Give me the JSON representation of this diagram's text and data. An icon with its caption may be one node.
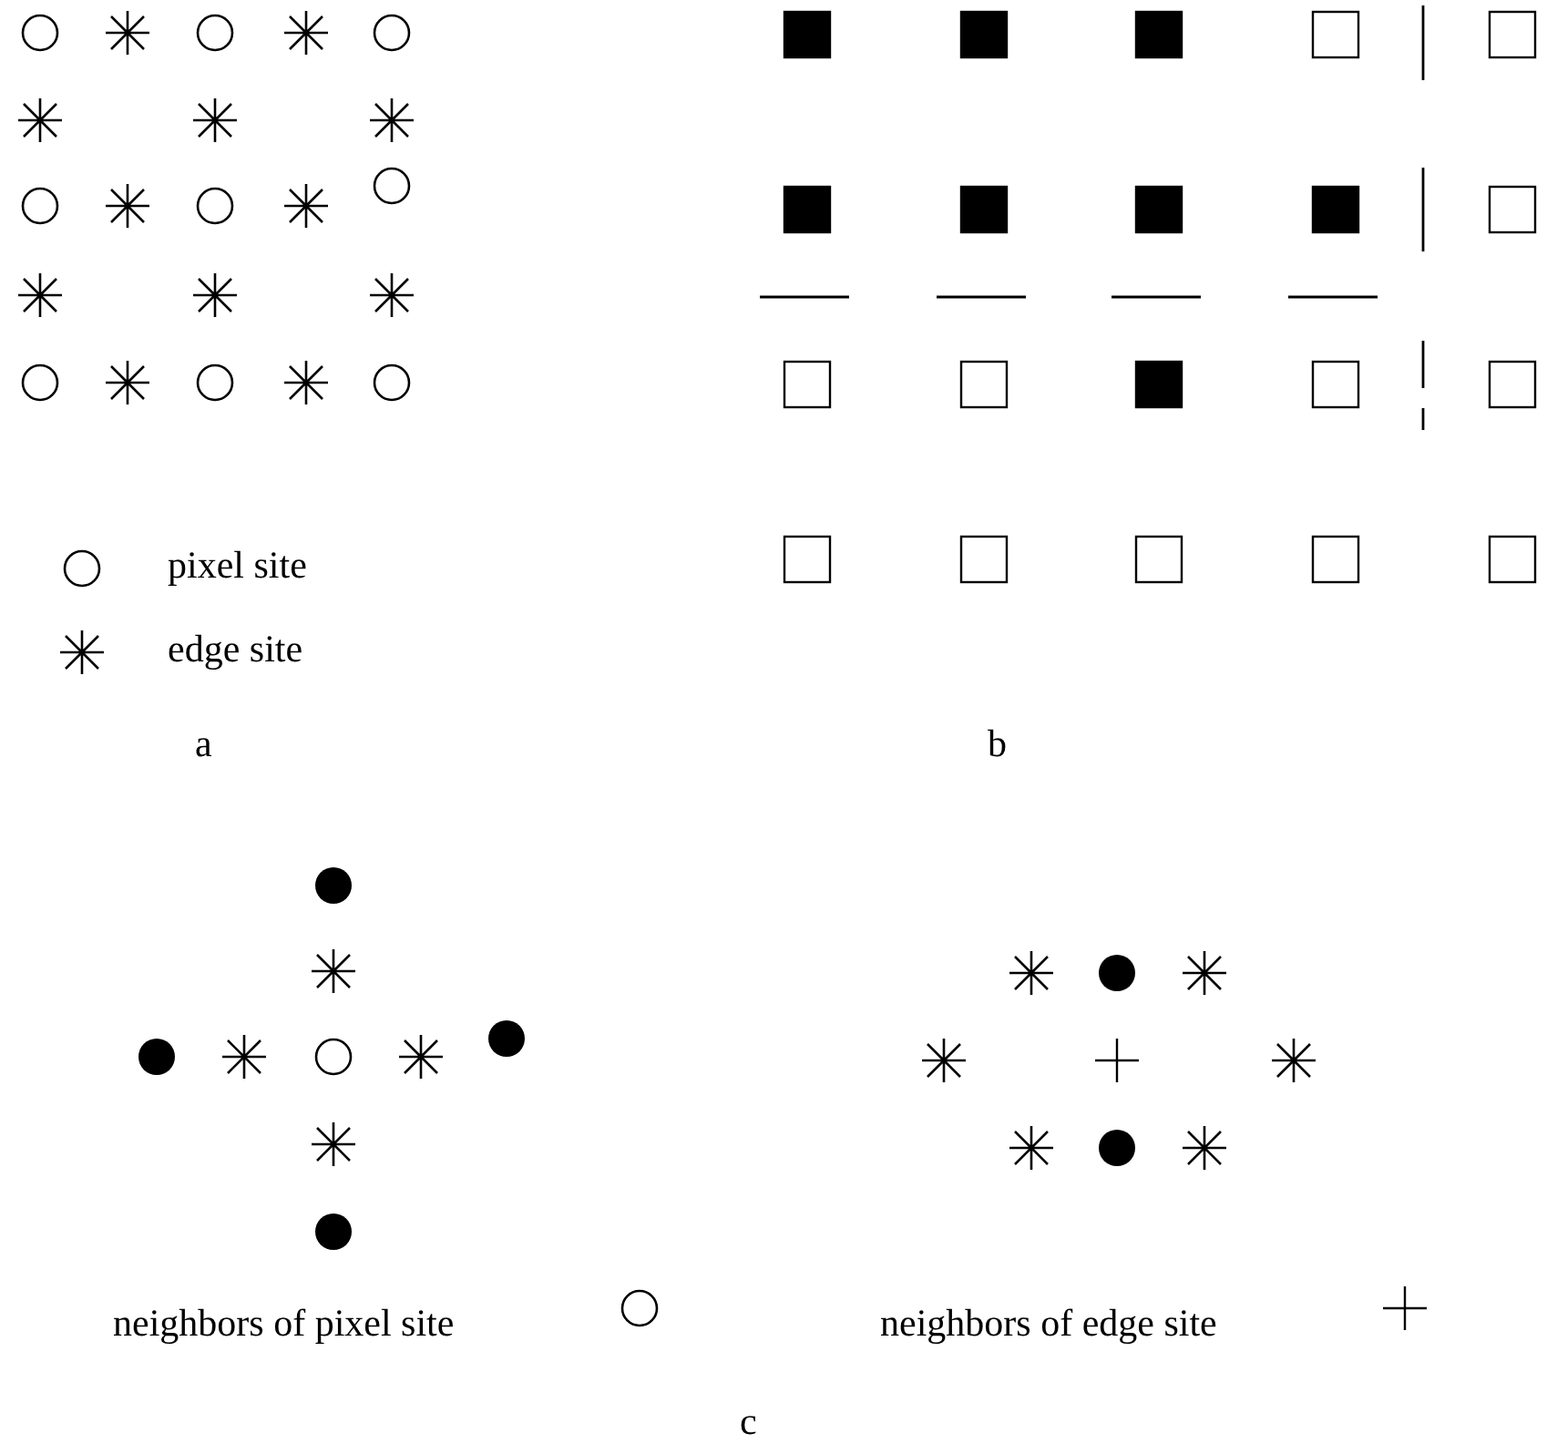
{
  "diagram": {
    "labels": [
      "a",
      "b",
      "neighbors of pixel site",
      "neighbors of edge site",
      "c"
    ],
    "legend": [
      {
        "text": "pixel site"
      },
      {
        "text": "edge site"
      }
    ]
  }
}
